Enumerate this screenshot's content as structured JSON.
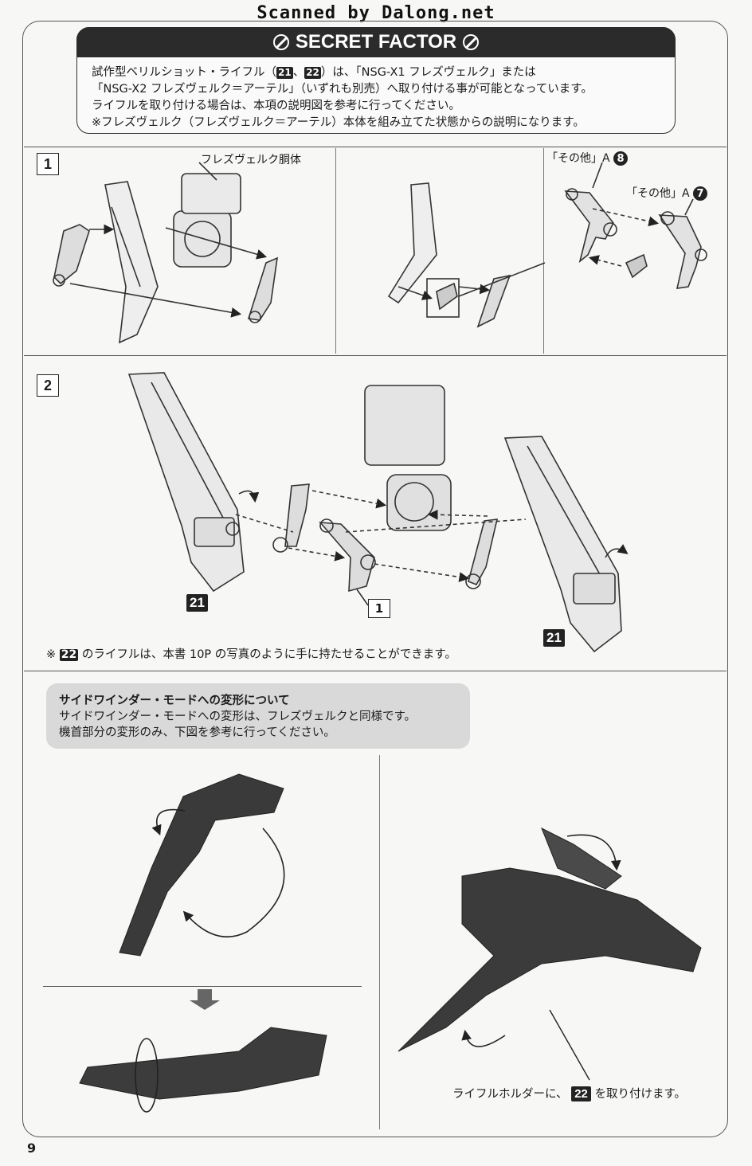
{
  "header": {
    "watermark": "Scanned by Dalong.net"
  },
  "secret": {
    "title": "SECRET FACTOR",
    "line1_a": "試作型ベリルショット・ライフル（",
    "line1_b": "21",
    "line1_c": "、",
    "line1_d": "22",
    "line1_e": "）は、「NSG-X1 フレズヴェルク」または",
    "line2": "「NSG-X2 フレズヴェルク＝アーテル」（いずれも別売）へ取り付ける事が可能となっています。",
    "line3": "ライフルを取り付ける場合は、本項の説明図を参考に行ってください。",
    "line4": "※フレズヴェルク（フレズヴェルク＝アーテル）本体を組み立てた状態からの説明になります。"
  },
  "step1": {
    "number": "1",
    "body_label": "フレズヴェルク胴体",
    "other_a8_label": "「その他」A",
    "other_a8_num": "8",
    "other_a7_label": "「その他」A",
    "other_a7_num": "7"
  },
  "step2": {
    "number": "2",
    "part_left": "21",
    "part_right": "21",
    "sub_step": "1",
    "note_prefix": "※",
    "note_part": "22",
    "note_text": "のライフルは、本書 10P の写真のように手に持たせることができます。"
  },
  "sidewinder": {
    "title": "サイドワインダー・モードへの変形について",
    "line1": "サイドワインダー・モードへの変形は、フレズヴェルクと同様です。",
    "line2": "機首部分の変形のみ、下図を参考に行ってください。",
    "holder_text_a": "ライフルホルダーに、",
    "holder_part": "22",
    "holder_text_b": "を取り付けます。"
  },
  "page": {
    "number": "9"
  }
}
